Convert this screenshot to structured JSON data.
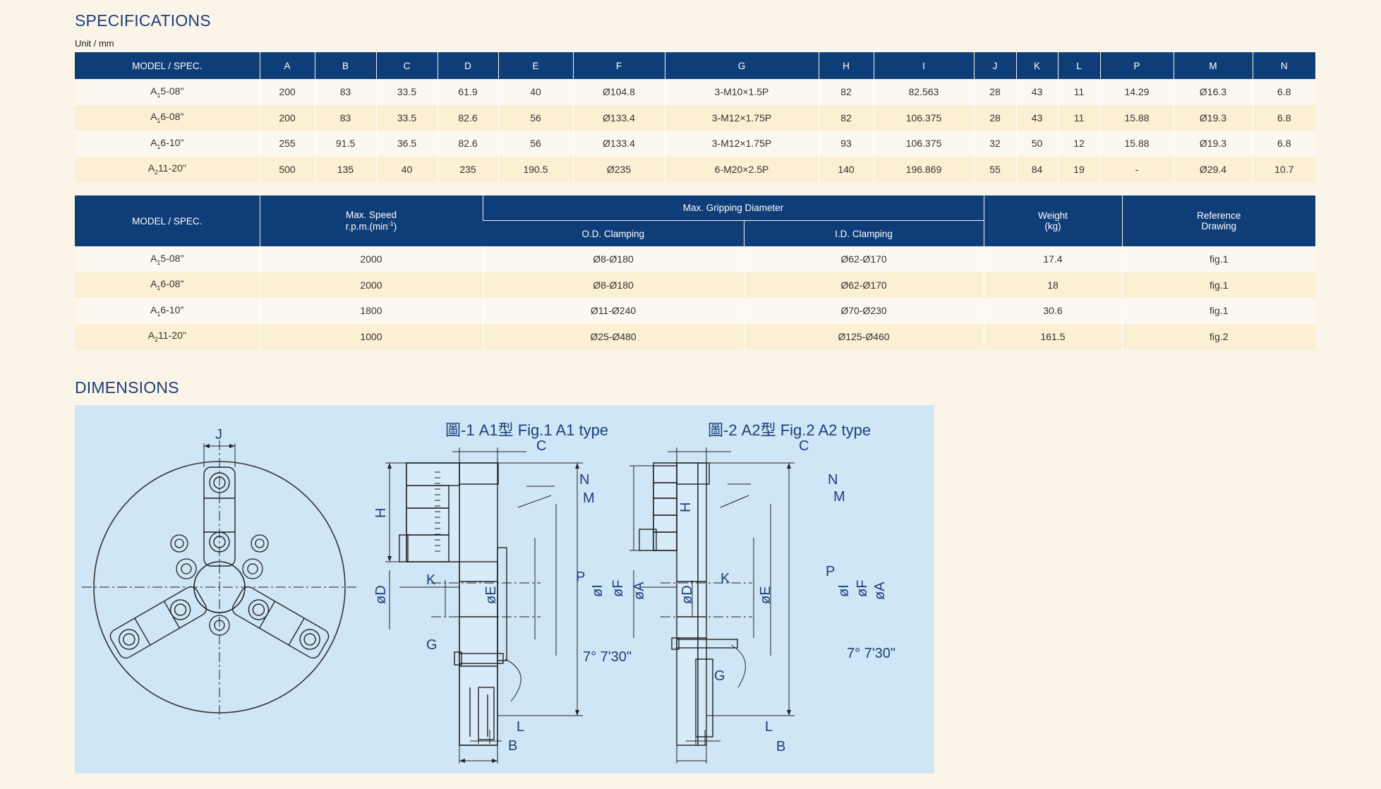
{
  "specifications": {
    "title": "SPECIFICATIONS",
    "unit": "Unit / mm",
    "headers": [
      "MODEL / SPEC.",
      "A",
      "B",
      "C",
      "D",
      "E",
      "F",
      "G",
      "H",
      "I",
      "J",
      "K",
      "L",
      "P",
      "M",
      "N"
    ],
    "rows": [
      {
        "model_prefix": "A",
        "model_sub": "1",
        "model_suffix": "5-08\"",
        "values": [
          "200",
          "83",
          "33.5",
          "61.9",
          "40",
          "Ø104.8",
          "3-M10×1.5P",
          "82",
          "82.563",
          "28",
          "43",
          "11",
          "14.29",
          "Ø16.3",
          "6.8"
        ]
      },
      {
        "model_prefix": "A",
        "model_sub": "1",
        "model_suffix": "6-08\"",
        "values": [
          "200",
          "83",
          "33.5",
          "82.6",
          "56",
          "Ø133.4",
          "3-M12×1.75P",
          "82",
          "106.375",
          "28",
          "43",
          "11",
          "15.88",
          "Ø19.3",
          "6.8"
        ]
      },
      {
        "model_prefix": "A",
        "model_sub": "1",
        "model_suffix": "6-10\"",
        "values": [
          "255",
          "91.5",
          "36.5",
          "82.6",
          "56",
          "Ø133.4",
          "3-M12×1.75P",
          "93",
          "106.375",
          "32",
          "50",
          "12",
          "15.88",
          "Ø19.3",
          "6.8"
        ]
      },
      {
        "model_prefix": "A",
        "model_sub": "2",
        "model_suffix": "11-20\"",
        "values": [
          "500",
          "135",
          "40",
          "235",
          "190.5",
          "Ø235",
          "6-M20×2.5P",
          "140",
          "196.869",
          "55",
          "84",
          "19",
          "-",
          "Ø29.4",
          "10.7"
        ]
      }
    ]
  },
  "performance": {
    "headers": {
      "model": "MODEL / SPEC.",
      "speed_line1": "Max. Speed",
      "speed_line2": "r.p.m.(min",
      "speed_exp": "-1",
      "speed_close": ")",
      "gripping": "Max. Gripping Diameter",
      "od": "O.D. Clamping",
      "id": "I.D. Clamping",
      "weight_line1": "Weight",
      "weight_line2": "(kg)",
      "ref_line1": "Reference",
      "ref_line2": "Drawing"
    },
    "rows": [
      {
        "model_prefix": "A",
        "model_sub": "1",
        "model_suffix": "5-08\"",
        "values": [
          "2000",
          "Ø8-Ø180",
          "Ø62-Ø170",
          "17.4",
          "fig.1"
        ]
      },
      {
        "model_prefix": "A",
        "model_sub": "1",
        "model_suffix": "6-08\"",
        "values": [
          "2000",
          "Ø8-Ø180",
          "Ø62-Ø170",
          "18",
          "fig.1"
        ]
      },
      {
        "model_prefix": "A",
        "model_sub": "1",
        "model_suffix": "6-10\"",
        "values": [
          "1800",
          "Ø11-Ø240",
          "Ø70-Ø230",
          "30.6",
          "fig.1"
        ]
      },
      {
        "model_prefix": "A",
        "model_sub": "2",
        "model_suffix": "11-20\"",
        "values": [
          "1000",
          "Ø25-Ø480",
          "Ø125-Ø460",
          "161.5",
          "fig.2"
        ]
      }
    ]
  },
  "dimensions": {
    "title": "DIMENSIONS",
    "fig1_title": "圖-1 A1型    Fig.1  A1 type",
    "fig2_title": "圖-2 A2型    Fig.2  A2 type",
    "labels": {
      "J": "J",
      "H": "H",
      "C": "C",
      "N": "N",
      "M": "M",
      "K": "K",
      "P": "P",
      "D": "øD",
      "E": "øE",
      "I": "øI",
      "F": "øF",
      "A": "øA",
      "G": "G",
      "L": "L",
      "B": "B",
      "angle": "7° 7'30\""
    }
  }
}
